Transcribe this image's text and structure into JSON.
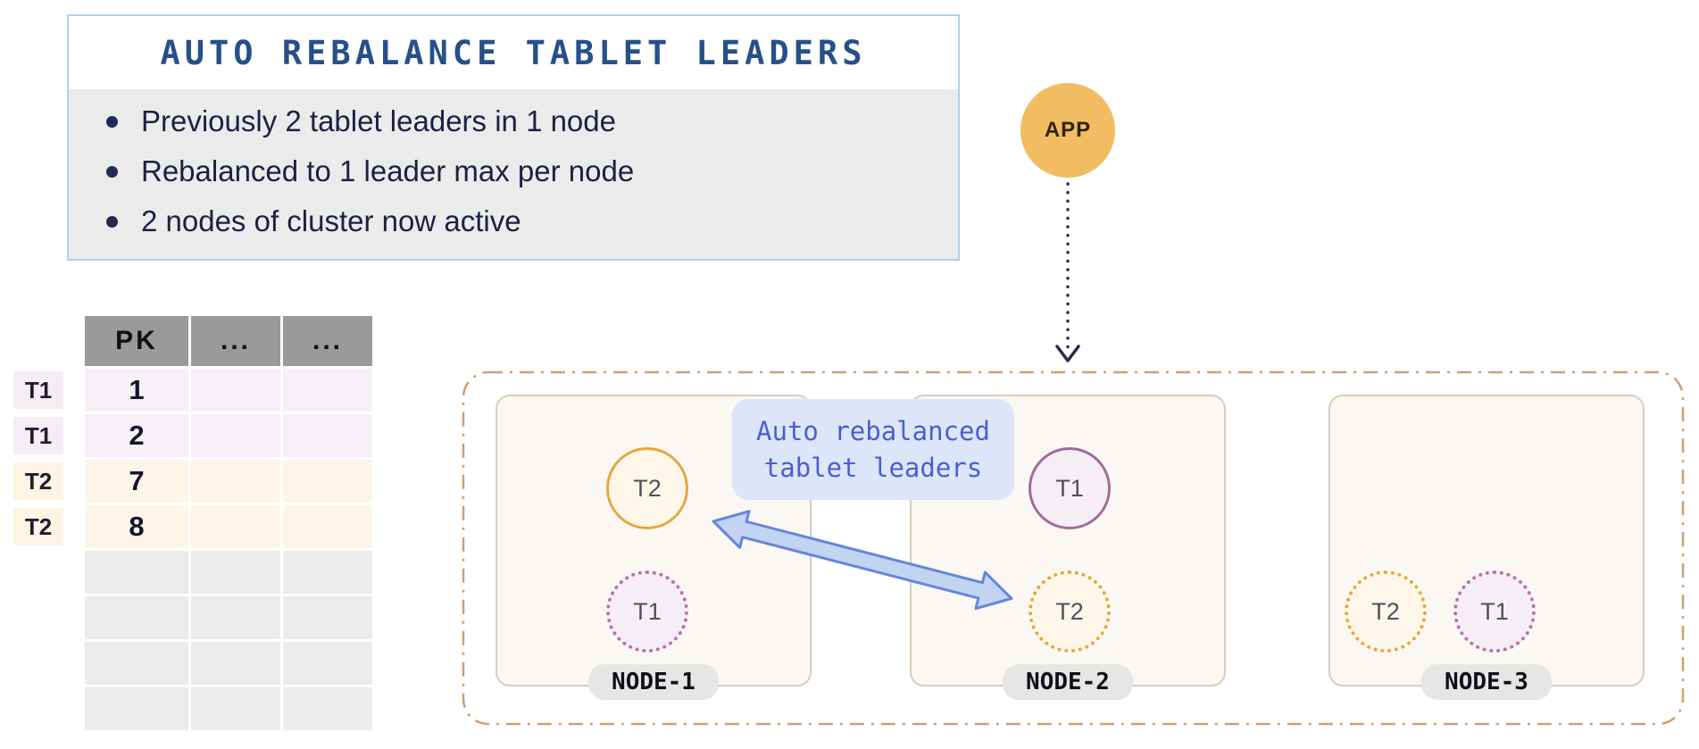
{
  "info_box": {
    "title": "AUTO REBALANCE TABLET LEADERS",
    "bullets": [
      "Previously 2 tablet leaders in 1 node",
      "Rebalanced to 1 leader max per node",
      "2 nodes of cluster now active"
    ]
  },
  "app": {
    "label": "APP"
  },
  "table": {
    "headers": [
      "PK",
      "...",
      "..."
    ],
    "rows": [
      {
        "tag": "T1",
        "pk": "1"
      },
      {
        "tag": "T1",
        "pk": "2"
      },
      {
        "tag": "T2",
        "pk": "7"
      },
      {
        "tag": "T2",
        "pk": "8"
      },
      {
        "tag": "",
        "pk": ""
      },
      {
        "tag": "",
        "pk": ""
      },
      {
        "tag": "",
        "pk": ""
      },
      {
        "tag": "",
        "pk": ""
      }
    ]
  },
  "cluster": {
    "callout": {
      "line1": "Auto rebalanced",
      "line2": "tablet leaders"
    },
    "nodes": [
      {
        "label": "NODE-1",
        "tablets": [
          {
            "label": "T2",
            "role": "leader"
          },
          {
            "label": "T1",
            "role": "replica"
          }
        ]
      },
      {
        "label": "NODE-2",
        "tablets": [
          {
            "label": "T1",
            "role": "leader"
          },
          {
            "label": "T2",
            "role": "replica"
          }
        ]
      },
      {
        "label": "NODE-3",
        "tablets": [
          {
            "label": "T2",
            "role": "replica"
          },
          {
            "label": "T1",
            "role": "replica"
          }
        ]
      }
    ]
  },
  "colors": {
    "title_blue": "#27508a",
    "callout_blue": "#4a5fd3",
    "app_amber": "#f2bd62",
    "tablet_orange": "#e8a63e",
    "tablet_purple": "#a26b9a",
    "cluster_border": "#cf9f72",
    "arrow_blue": "#6487dc"
  }
}
